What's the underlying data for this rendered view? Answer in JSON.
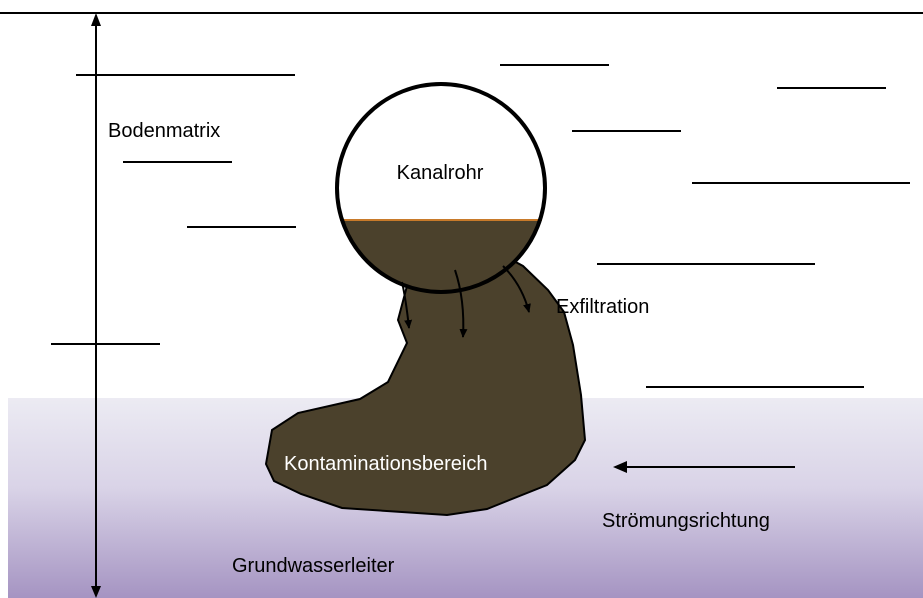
{
  "labels": {
    "soil_matrix": "Bodenmatrix",
    "sewer_pipe": "Kanalrohr",
    "exfiltration": "Exfiltration",
    "contamination_zone": "Kontaminationsbereich",
    "flow_direction": "Strömungsrichtung",
    "aquifer": "Grundwasserleiter"
  },
  "colors": {
    "contaminant": "#4b412c",
    "aquifer_top": "#e8e6f1",
    "aquifer_bottom": "#a899c3",
    "pipe_fill_line": "#c87a2a",
    "line": "#000000"
  }
}
